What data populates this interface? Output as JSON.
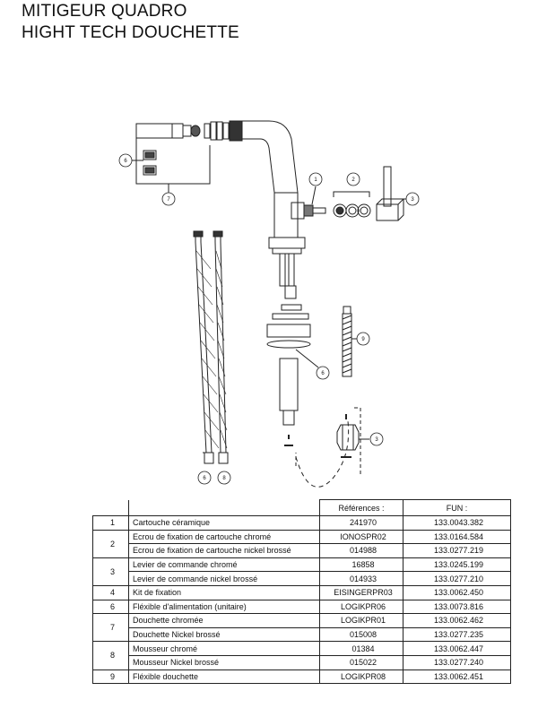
{
  "title_line1": "MITIGEUR QUADRO",
  "title_line2": "HIGHT TECH DOUCHETTE",
  "callouts": [
    "1",
    "2",
    "3",
    "3",
    "6",
    "6",
    "6",
    "7",
    "8",
    "9"
  ],
  "table": {
    "headers": {
      "ref": "Références :",
      "fun": "FUN :"
    },
    "rows": [
      {
        "num": "1",
        "desc": "Cartouche céramique",
        "ref": "241970",
        "fun": "133.0043.382"
      },
      {
        "num": "2",
        "desc": "Ecrou de fixation de cartouche chromé",
        "ref": "IONOSPR02",
        "fun": "133.0164.584"
      },
      {
        "num": "",
        "desc": "Ecrou de fixation de cartouche nickel brossé",
        "ref": "014988",
        "fun": "133.0277.219"
      },
      {
        "num": "3",
        "desc": "Levier de commande chromé",
        "ref": "16858",
        "fun": "133.0245.199"
      },
      {
        "num": "",
        "desc": "Levier de commande nickel brossé",
        "ref": "014933",
        "fun": "133.0277.210"
      },
      {
        "num": "4",
        "desc": "Kit de fixation",
        "ref": "EISINGERPR03",
        "fun": "133.0062.450"
      },
      {
        "num": "6",
        "desc": "Fléxible d'alimentation (unitaire)",
        "ref": "LOGIKPR06",
        "fun": "133.0073.816"
      },
      {
        "num": "7",
        "desc": "Douchette chromée",
        "ref": "LOGIKPR01",
        "fun": "133.0062.462"
      },
      {
        "num": "",
        "desc": "Douchette Nickel brossé",
        "ref": "015008",
        "fun": "133.0277.235"
      },
      {
        "num": "8",
        "desc": "Mousseur chromé",
        "ref": "01384",
        "fun": "133.0062.447"
      },
      {
        "num": "",
        "desc": "Mousseur Nickel brossé",
        "ref": "015022",
        "fun": "133.0277.240"
      },
      {
        "num": "9",
        "desc": "Fléxible douchette",
        "ref": "LOGIKPR08",
        "fun": "133.0062.451"
      }
    ]
  }
}
